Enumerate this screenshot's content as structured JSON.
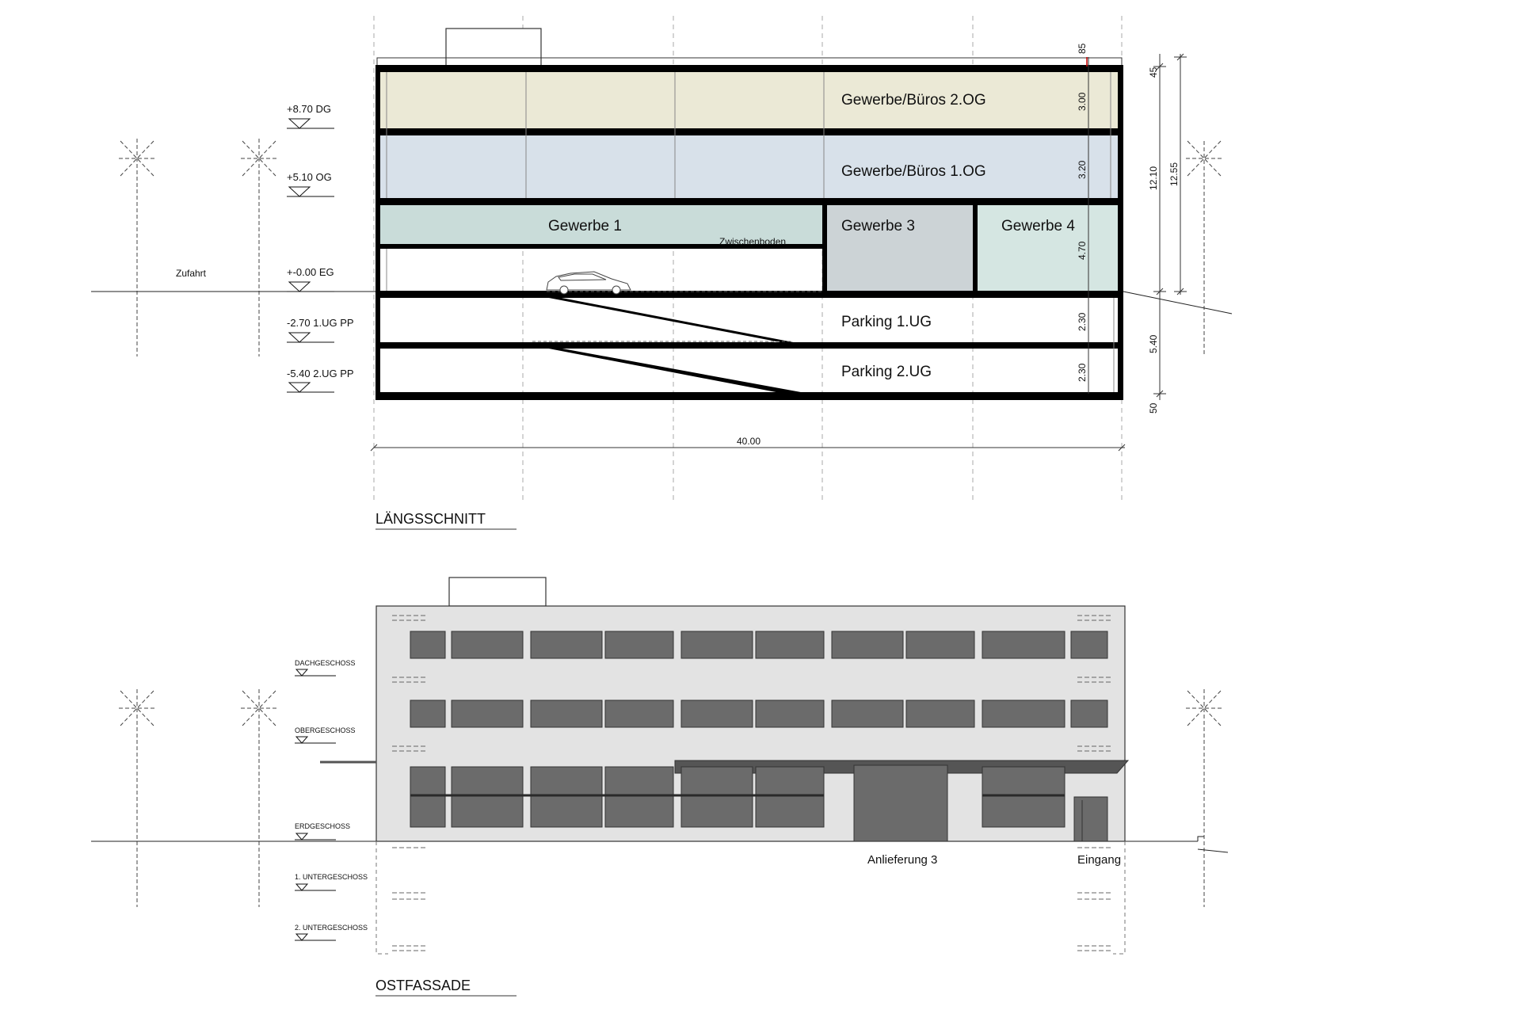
{
  "section": {
    "title": "LÄNGSSCHNITT",
    "rooms": {
      "dg": "Gewerbe/Büros 2.OG",
      "og": "Gewerbe/Büros 1.OG",
      "g1": "Gewerbe 1",
      "g3": "Gewerbe 3",
      "g4": "Gewerbe 4",
      "zwischen": "Zwischenboden",
      "p1": "Parking 1.UG",
      "p2": "Parking 2.UG"
    },
    "levels": [
      "+8.70 DG",
      "+5.10 OG",
      "+-0.00 EG",
      "-2.70 1.UG PP",
      "-5.40 2.UG PP"
    ],
    "zufahrt": "Zufahrt",
    "dims": {
      "d85": "85",
      "d300": "3.00",
      "d320": "3.20",
      "d470": "4.70",
      "d230a": "2.30",
      "d230b": "2.30",
      "d45": "45",
      "d1210": "12.10",
      "d1255": "12.55",
      "d540": "5.40",
      "d50": "50",
      "d4000": "40.00"
    },
    "colors": {
      "dg": "#ebe9d6",
      "og": "#d8e1ea",
      "g1": "#c9dcd9",
      "g3": "#ccd3d6",
      "g4": "#d5e6e2"
    }
  },
  "facade": {
    "title": "OSTFASSADE",
    "levels": [
      "DACHGESCHOSS",
      "OBERGESCHOSS",
      "ERDGESCHOSS",
      "1. UNTERGESCHOSS",
      "2. UNTERGESCHOSS"
    ],
    "anlieferung": "Anlieferung 3",
    "eingang": "Eingang",
    "colors": {
      "wall": "#e3e3e3",
      "window": "#6b6b6b"
    }
  }
}
